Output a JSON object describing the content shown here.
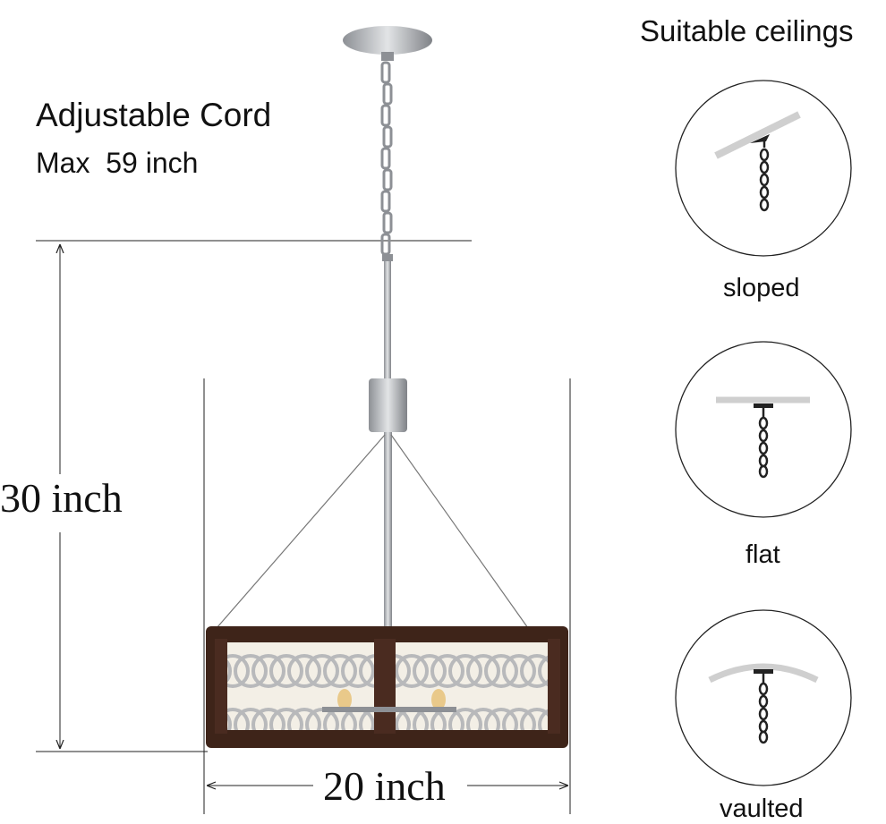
{
  "cord": {
    "title": "Adjustable Cord",
    "max": "Max  59 inch"
  },
  "dimensions": {
    "height": "30 inch",
    "width": "20 inch"
  },
  "ceilings": {
    "title": "Suitable ceilings",
    "types": [
      {
        "label": "sloped",
        "icon": "sloped-ceiling-icon"
      },
      {
        "label": "flat",
        "icon": "flat-ceiling-icon"
      },
      {
        "label": "vaulted",
        "icon": "vaulted-ceiling-icon"
      }
    ]
  },
  "colors": {
    "wood": "#4a2b20",
    "metal": "#b9bcc0",
    "line": "#222222"
  }
}
